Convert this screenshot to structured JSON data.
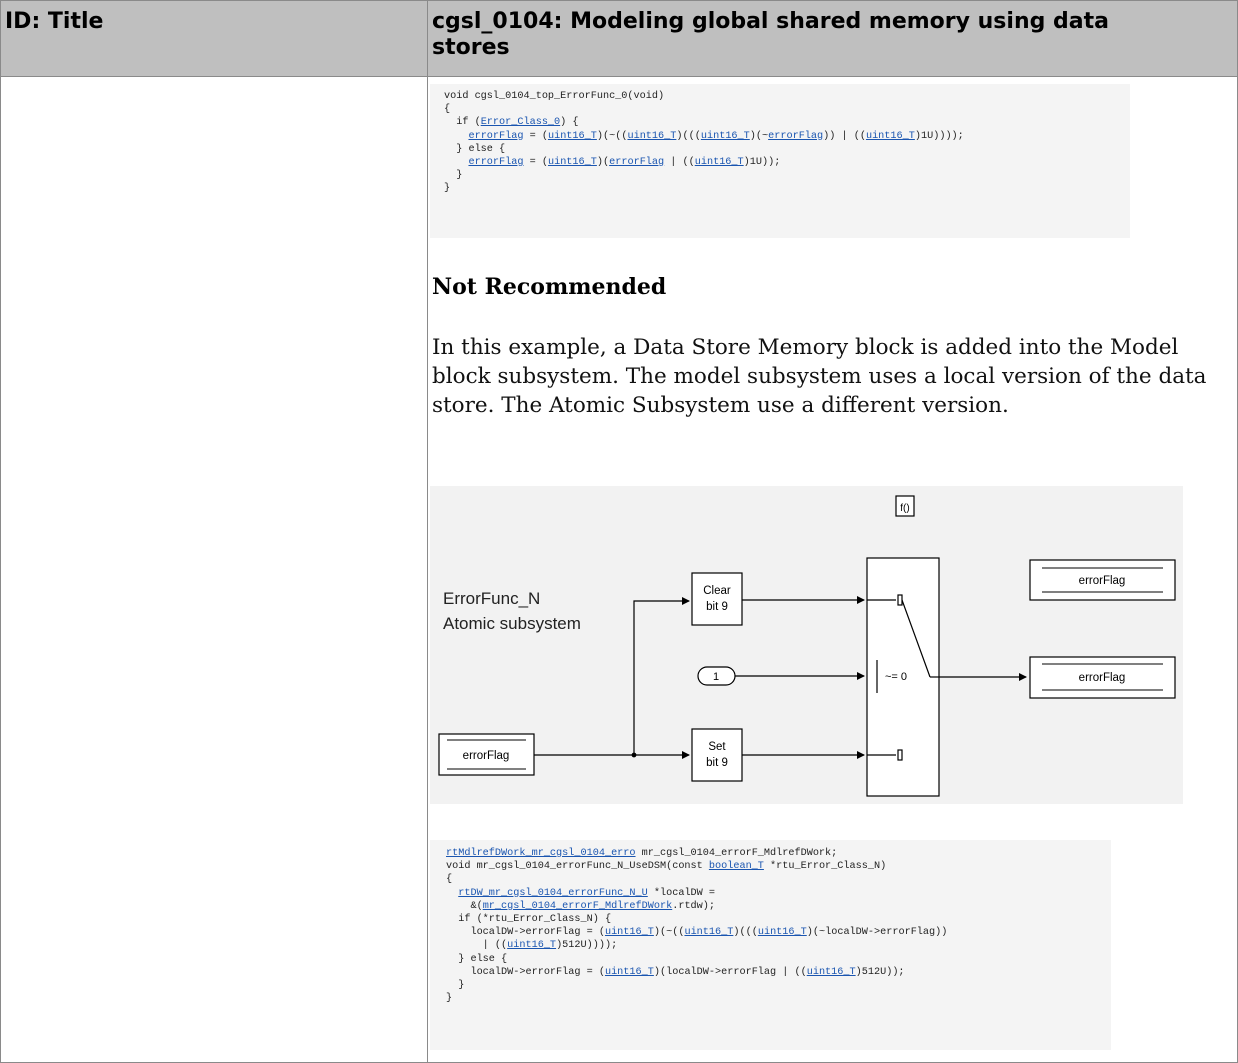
{
  "header": {
    "id_title_label": "ID: Title",
    "guideline_title": "cgsl_0104: Modeling global shared memory using data stores"
  },
  "code_block_1": {
    "lines": [
      [
        {
          "t": "void cgsl_0104_top_ErrorFunc_0(void)"
        }
      ],
      [
        {
          "t": "{"
        }
      ],
      [
        {
          "t": "  if ("
        },
        {
          "t": "Error_Class_0",
          "link": true
        },
        {
          "t": ") {"
        }
      ],
      [
        {
          "t": "    "
        },
        {
          "t": "errorFlag",
          "link": true
        },
        {
          "t": " = ("
        },
        {
          "t": "uint16_T",
          "link": true
        },
        {
          "t": ")(~(("
        },
        {
          "t": "uint16_T",
          "link": true
        },
        {
          "t": ")((("
        },
        {
          "t": "uint16_T",
          "link": true
        },
        {
          "t": ")(~"
        },
        {
          "t": "errorFlag",
          "link": true
        },
        {
          "t": ")) | (("
        },
        {
          "t": "uint16_T",
          "link": true
        },
        {
          "t": ")1U))));"
        }
      ],
      [
        {
          "t": "  } else {"
        }
      ],
      [
        {
          "t": "    "
        },
        {
          "t": "errorFlag",
          "link": true
        },
        {
          "t": " = ("
        },
        {
          "t": "uint16_T",
          "link": true
        },
        {
          "t": ")("
        },
        {
          "t": "errorFlag",
          "link": true
        },
        {
          "t": " | (("
        },
        {
          "t": "uint16_T",
          "link": true
        },
        {
          "t": ")1U));"
        }
      ],
      [
        {
          "t": "  }"
        }
      ],
      [
        {
          "t": "}"
        }
      ]
    ]
  },
  "not_recommended": {
    "heading": "Not Recommended",
    "paragraph": "In this example, a Data Store Memory block is added into the Model block subsystem. The model subsystem uses a local version of the data store. The Atomic Subsystem use a different version."
  },
  "diagram": {
    "subsystem_name": "ErrorFunc_N",
    "subsystem_type": "Atomic subsystem",
    "function_block": "f()",
    "clear_block": [
      "Clear",
      "bit 9"
    ],
    "set_block": [
      "Set",
      "bit 9"
    ],
    "constant_value": "1",
    "switch_criteria": "~= 0",
    "data_store_read": "errorFlag",
    "data_store_memory": "errorFlag",
    "data_store_write": "errorFlag"
  },
  "code_block_2": {
    "lines": [
      [
        {
          "t": "rtMdlrefDWork_mr_cgsl_0104_erro",
          "link": true
        },
        {
          "t": " mr_cgsl_0104_errorF_MdlrefDWork;"
        }
      ],
      [
        {
          "t": "void mr_cgsl_0104_errorFunc_N_UseDSM(const "
        },
        {
          "t": "boolean_T",
          "link": true
        },
        {
          "t": " *rtu_Error_Class_N)"
        }
      ],
      [
        {
          "t": "{"
        }
      ],
      [
        {
          "t": "  "
        },
        {
          "t": "rtDW_mr_cgsl_0104_errorFunc_N_U",
          "link": true
        },
        {
          "t": " *localDW ="
        }
      ],
      [
        {
          "t": "    &("
        },
        {
          "t": "mr_cgsl_0104_errorF_MdlrefDWork",
          "link": true
        },
        {
          "t": ".rtdw);"
        }
      ],
      [
        {
          "t": "  if (*rtu_Error_Class_N) {"
        }
      ],
      [
        {
          "t": "    localDW->errorFlag = ("
        },
        {
          "t": "uint16_T",
          "link": true
        },
        {
          "t": ")(~(("
        },
        {
          "t": "uint16_T",
          "link": true
        },
        {
          "t": ")((("
        },
        {
          "t": "uint16_T",
          "link": true
        },
        {
          "t": ")(~localDW->errorFlag))"
        }
      ],
      [
        {
          "t": "      | (("
        },
        {
          "t": "uint16_T",
          "link": true
        },
        {
          "t": ")512U))));"
        }
      ],
      [
        {
          "t": "  } else {"
        }
      ],
      [
        {
          "t": "    localDW->errorFlag = ("
        },
        {
          "t": "uint16_T",
          "link": true
        },
        {
          "t": ")(localDW->errorFlag | (("
        },
        {
          "t": "uint16_T",
          "link": true
        },
        {
          "t": ")512U));"
        }
      ],
      [
        {
          "t": "  }"
        }
      ],
      [
        {
          "t": "}"
        }
      ]
    ]
  }
}
